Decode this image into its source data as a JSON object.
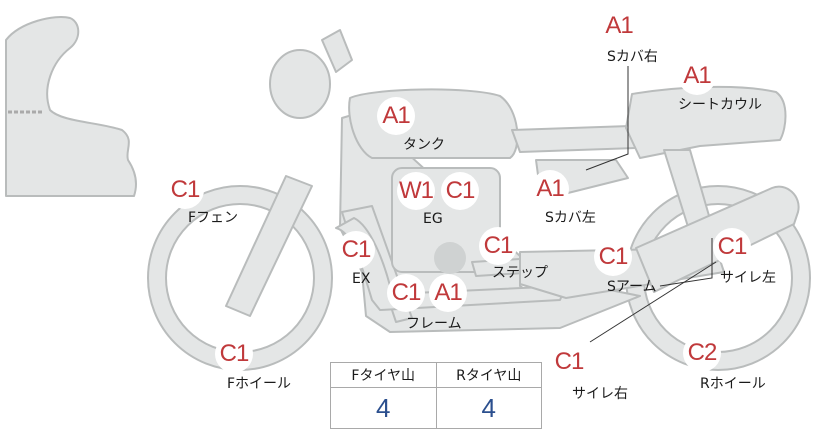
{
  "parts": {
    "s_cover_right": {
      "grade": "A1",
      "label": "Sカバ右"
    },
    "seat_cowl": {
      "grade": "A1",
      "label": "シートカウル"
    },
    "tank": {
      "grade": "A1",
      "label": "タンク"
    },
    "f_fender": {
      "grade": "C1",
      "label": "Fフェン"
    },
    "engine": {
      "grade_a": "W1",
      "grade_b": "C1",
      "label": "EG"
    },
    "s_cover_left": {
      "grade": "A1",
      "label": "Sカバ左"
    },
    "exhaust": {
      "grade": "C1",
      "label": "EX"
    },
    "step": {
      "grade": "C1",
      "label": "ステップ"
    },
    "swing_arm": {
      "grade": "C1",
      "label": "Sアーム"
    },
    "muffler_left": {
      "grade": "C1",
      "label": "サイレ左"
    },
    "frame": {
      "grade_a": "C1",
      "grade_b": "A1",
      "label": "フレーム"
    },
    "f_wheel": {
      "grade": "C1",
      "label": "Fホイール"
    },
    "muffler_right": {
      "grade": "C1",
      "label": "サイレ右"
    },
    "r_wheel": {
      "grade": "C2",
      "label": "Rホイール"
    }
  },
  "tread_table": {
    "headers": [
      "Fタイヤ山",
      "Rタイヤ山"
    ],
    "values": [
      "4",
      "4"
    ]
  },
  "colors": {
    "grade": "#c0393b",
    "part_fill": "#e4e6e6",
    "part_stroke": "#b9bcbc",
    "value": "#2b4f8e"
  }
}
